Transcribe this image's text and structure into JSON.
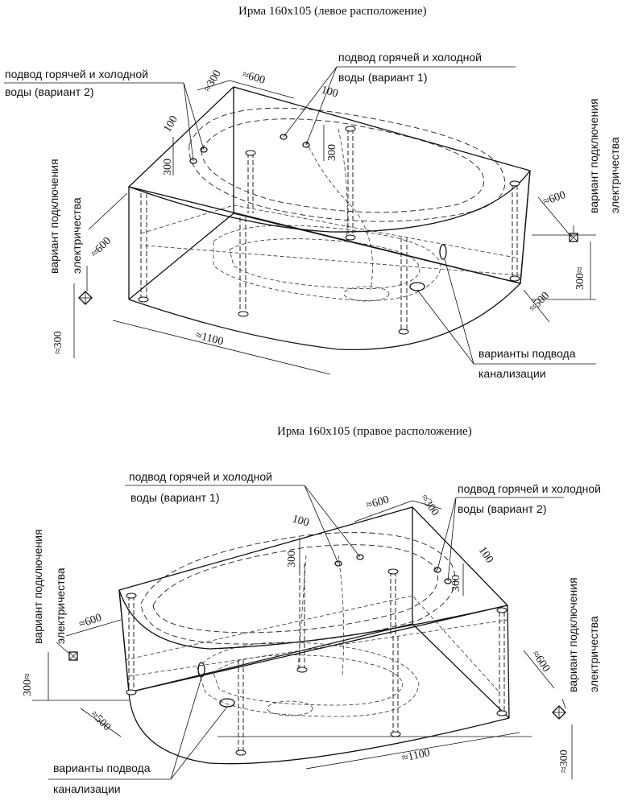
{
  "diagram_left": {
    "title": "Ирма 160х105 (левое расположение)",
    "water_v2": [
      "подвод горячей и холодной",
      "воды (вариант 2)"
    ],
    "water_v1": [
      "подвод горячей и холодной",
      "воды (вариант 1)"
    ],
    "electric_left": [
      "вариант подключения",
      "электричества"
    ],
    "electric_right": [
      "вариант подключения",
      "электричества"
    ],
    "drain": [
      "варианты подвода",
      "канализации"
    ],
    "dims": {
      "d600_top": "≈600",
      "d300_top": "≈300",
      "d100_a": "100",
      "d300_a": "300",
      "d100_b": "100",
      "d300_b": "300",
      "d600_left": "≈600",
      "d300_left": "≈300",
      "d1100": "≈1100",
      "d600_right": "≈600",
      "d300_right": "300≈",
      "d500": "≈500"
    }
  },
  "diagram_right": {
    "title": "Ирма 160х105 (правое расположение)",
    "water_v1": [
      "подвод горячей и холодной",
      "воды (вариант 1)"
    ],
    "water_v2": [
      "подвод горячей и холодной",
      "воды (вариант 2)"
    ],
    "electric_left": [
      "вариант подключения",
      "электричества"
    ],
    "electric_right": [
      "вариант подключения",
      "электричества"
    ],
    "drain": [
      "варианты подвода",
      "канализации"
    ],
    "dims": {
      "d600_top": "≈600",
      "d300_top": "≈300",
      "d100_a": "100",
      "d300_a": "300",
      "d100_b": "100",
      "d300_b": "300",
      "d600_left": "≈600",
      "d300_left": "300≈",
      "d500": "≈500",
      "d1100": "≈1100",
      "d600_right": "≈600",
      "d300_right": "≈300"
    }
  }
}
